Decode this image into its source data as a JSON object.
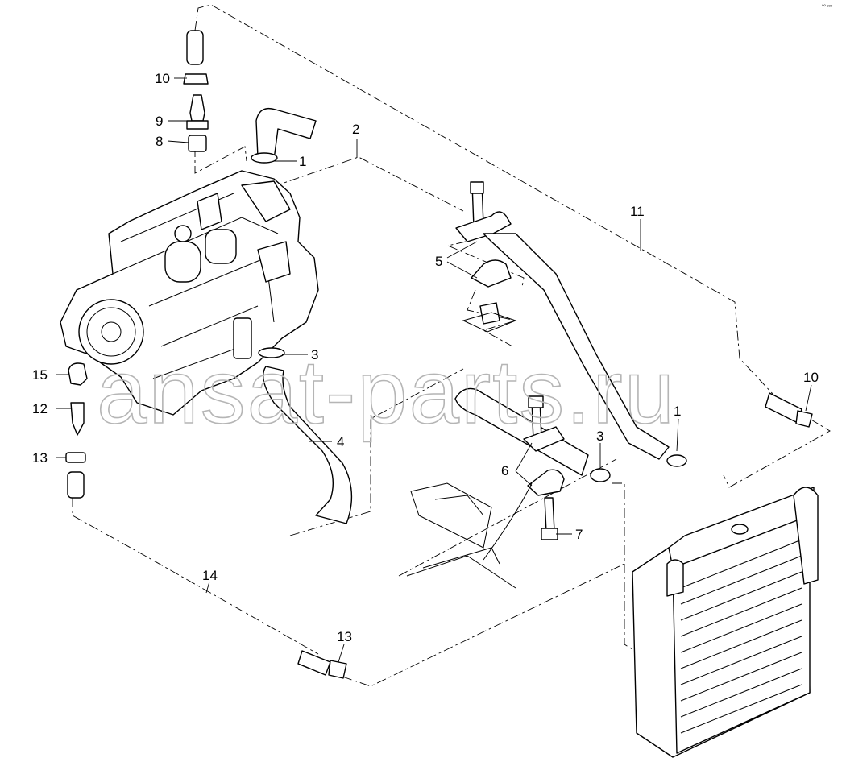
{
  "watermark": "ansat-parts.ru",
  "corner_mark": "⁰⁰ ᵒᵒᵒ",
  "callouts": [
    {
      "id": "c1a",
      "label": "1"
    },
    {
      "id": "c1b",
      "label": "1"
    },
    {
      "id": "c2",
      "label": "2"
    },
    {
      "id": "c3a",
      "label": "3"
    },
    {
      "id": "c3b",
      "label": "3"
    },
    {
      "id": "c4",
      "label": "4"
    },
    {
      "id": "c5",
      "label": "5"
    },
    {
      "id": "c6",
      "label": "6"
    },
    {
      "id": "c7",
      "label": "7"
    },
    {
      "id": "c8",
      "label": "8"
    },
    {
      "id": "c9",
      "label": "9"
    },
    {
      "id": "c10a",
      "label": "10"
    },
    {
      "id": "c10b",
      "label": "10"
    },
    {
      "id": "c11",
      "label": "11"
    },
    {
      "id": "c12",
      "label": "12"
    },
    {
      "id": "c13a",
      "label": "13"
    },
    {
      "id": "c13b",
      "label": "13"
    },
    {
      "id": "c14",
      "label": "14"
    },
    {
      "id": "c15",
      "label": "15"
    }
  ]
}
